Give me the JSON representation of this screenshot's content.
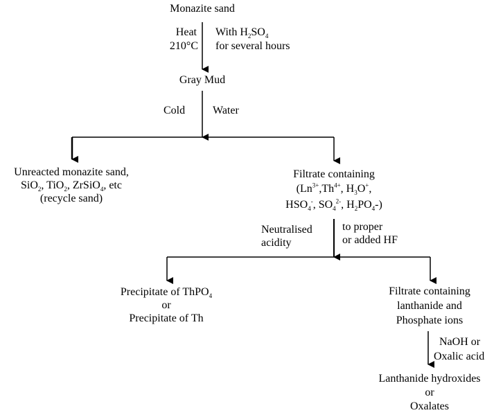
{
  "nodes": {
    "monazite_sand": "Monazite sand",
    "gray_mud": "Gray Mud",
    "unreacted": {
      "line1": "Unreacted monazite sand,",
      "line2_parts": [
        "SiO",
        "2",
        ", TiO",
        "2",
        ", ZrSiO",
        "4",
        ", etc"
      ],
      "line3": "(recycle sand)"
    },
    "filtrate1": {
      "line1": "Filtrate containing",
      "line2": {
        "a": "(Ln",
        "a_sup": "3+",
        "b": ",Th",
        "b_sup": "4+",
        "c": ", H",
        "c_sub": "3",
        "d": "O",
        "d_sup": "+",
        "e": ","
      },
      "line3": {
        "a": "HSO",
        "a_sub": "4",
        "a_sup": "-",
        "b": ", SO",
        "b_sub": "4",
        "b_sup": "2-",
        "c": ", H",
        "c_sub": "2",
        "d": "PO",
        "d_sub": "4",
        "e": "-)"
      }
    },
    "precipitate": {
      "line1_a": "Precipitate of ThPO",
      "line1_sub": "4",
      "line2": "or",
      "line3": "Precipitate of Th"
    },
    "filtrate2": {
      "line1": "Filtrate containing",
      "line2": "lanthanide and",
      "line3": "Phosphate ions"
    },
    "final": {
      "line1": "Lanthanide hydroxides",
      "line2": "or",
      "line3": "Oxalates"
    }
  },
  "edges": {
    "step1_left": [
      "Heat",
      "210°C"
    ],
    "step1_right": {
      "line1_a": "With H",
      "line1_sub": "2",
      "line1_b": "SO",
      "line1_sub2": "4",
      "line2": "for several hours"
    },
    "step2_left": "Cold",
    "step2_right": "Water",
    "step3_left": [
      "Neutralised",
      "acidity"
    ],
    "step3_right": [
      "to proper",
      "or added HF"
    ],
    "step4_right": [
      "NaOH or",
      "Oxalic acid"
    ]
  }
}
